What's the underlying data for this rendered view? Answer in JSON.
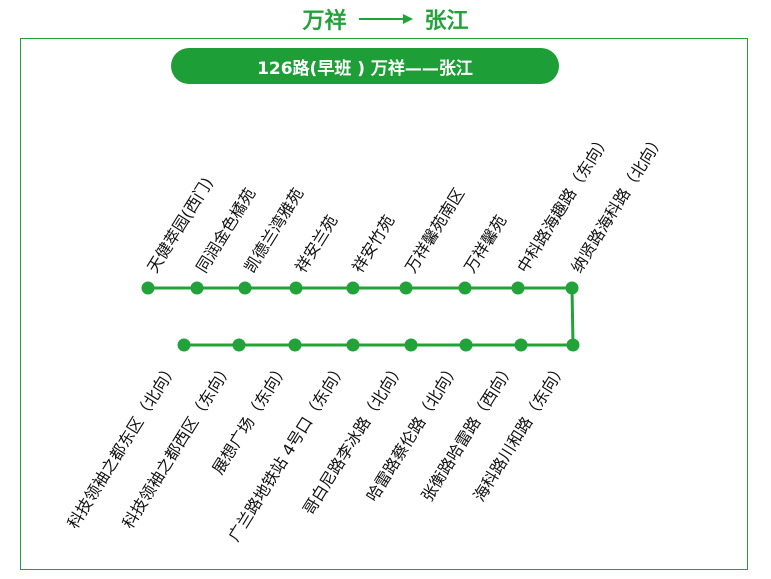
{
  "header": {
    "from": "万祥",
    "to": "张江",
    "arrow_icon": "right-arrow-icon"
  },
  "route": {
    "title": "126路(早班 ) 万祥——张江"
  },
  "colors": {
    "accent": "#22a33a",
    "pill": "#1e9e36",
    "text": "#111111"
  },
  "stops_outbound": [
    "天健萃园(西门)",
    "同润金色橘苑",
    "凯德兰湾雅苑",
    "祥安兰苑",
    "祥安竹苑",
    "万祥馨苑南区",
    "万祥馨苑",
    "中科路海趣路（东向）",
    "纳贤路海科路（北向）"
  ],
  "stops_return": [
    "科技领袖之都东区（北向）",
    "科技领袖之都西区（东向）",
    "展想广场（东向）",
    "广兰路地铁站 4号口（东向）",
    "哥白尼路李冰路（北向）",
    "哈雷路蔡伦路（北向）",
    "张衡路哈雷路（西向）",
    "海科路川和路（东向）"
  ]
}
